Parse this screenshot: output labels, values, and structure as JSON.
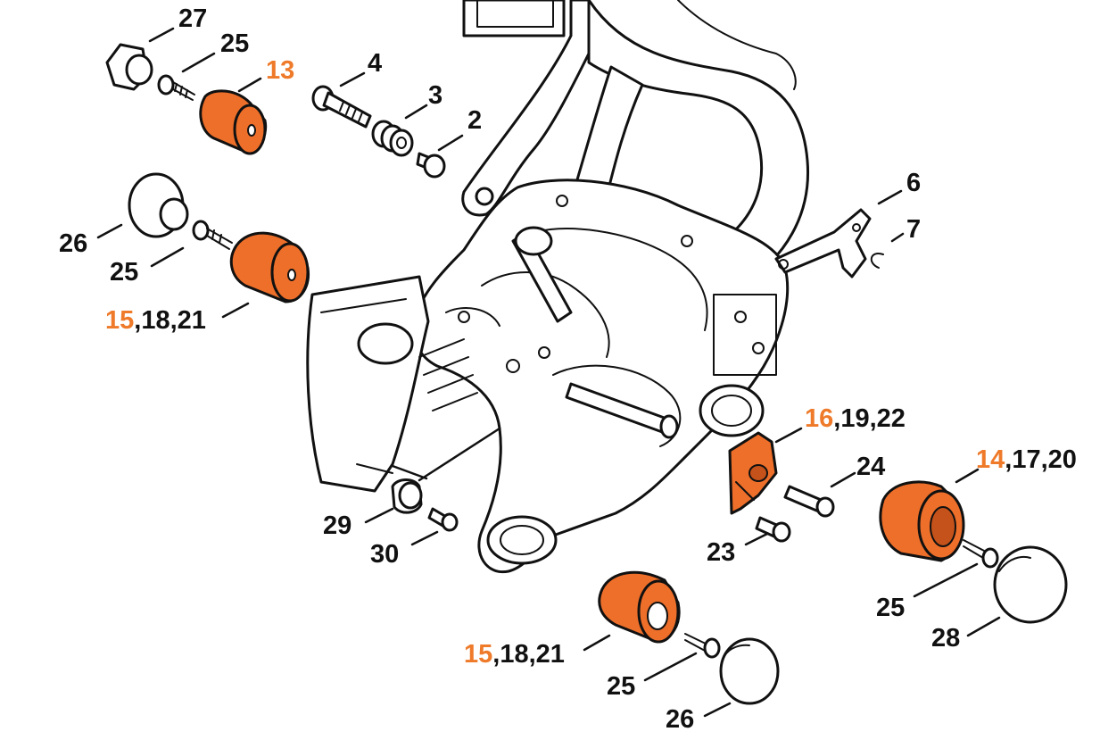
{
  "highlight_color": "#ee7a2a",
  "labels": {
    "l27": "27",
    "l25a": "25",
    "l13": "13",
    "l4": "4",
    "l3": "3",
    "l2": "2",
    "l6": "6",
    "l7": "7",
    "l26a": "26",
    "l25b": "25",
    "l15a_hi": "15",
    "l15a_rest": ",18,21",
    "l16_hi": "16",
    "l16_rest": ",19,22",
    "l24": "24",
    "l14_hi": "14",
    "l14_rest": ",17,20",
    "l29": "29",
    "l30": "30",
    "l23": "23",
    "l25c": "25",
    "l28": "28",
    "l15b_hi": "15",
    "l15b_rest": ",18,21",
    "l25d": "25",
    "l26b": "26"
  }
}
